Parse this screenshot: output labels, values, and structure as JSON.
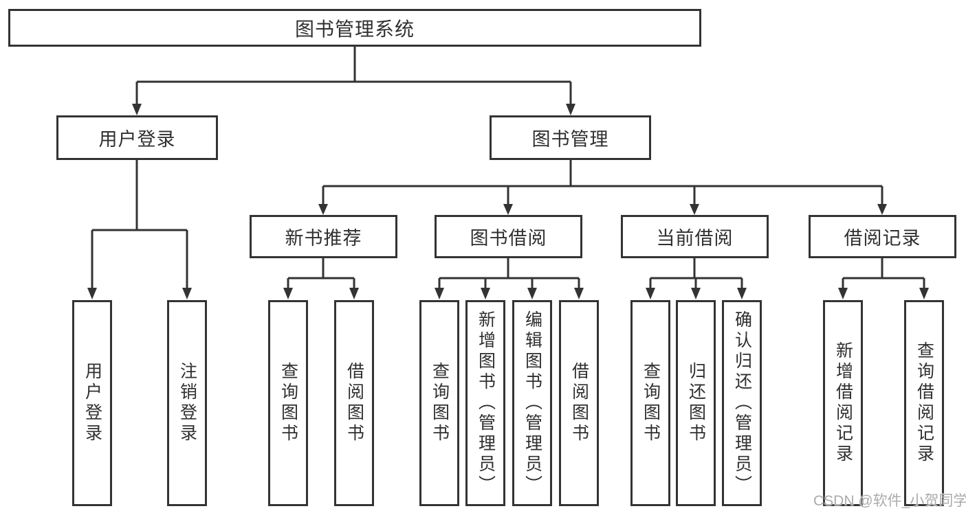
{
  "root": {
    "label": "图书管理系统"
  },
  "branches": [
    {
      "label": "用户登录",
      "children": [
        {
          "label": "用户登录"
        },
        {
          "label": "注销登录"
        }
      ]
    },
    {
      "label": "图书管理",
      "groups": [
        {
          "label": "新书推荐",
          "children": [
            {
              "label": "查询图书"
            },
            {
              "label": "借阅图书"
            }
          ]
        },
        {
          "label": "图书借阅",
          "children": [
            {
              "label": "查询图书"
            },
            {
              "label": "新增图书（管理员）"
            },
            {
              "label": "编辑图书（管理员）"
            },
            {
              "label": "借阅图书"
            }
          ]
        },
        {
          "label": "当前借阅",
          "children": [
            {
              "label": "查询图书"
            },
            {
              "label": "归还图书"
            },
            {
              "label": "确认归还（管理员）"
            }
          ]
        },
        {
          "label": "借阅记录",
          "children": [
            {
              "label": "新增借阅记录"
            },
            {
              "label": "查询借阅记录"
            }
          ]
        }
      ]
    }
  ],
  "watermark": {
    "text": "CSDN @软件_小贺同学"
  },
  "colors": {
    "line": "#333333",
    "box_border": "#333333",
    "text": "#2f2f2f",
    "watermark": "#ababab",
    "background": "#ffffff"
  }
}
